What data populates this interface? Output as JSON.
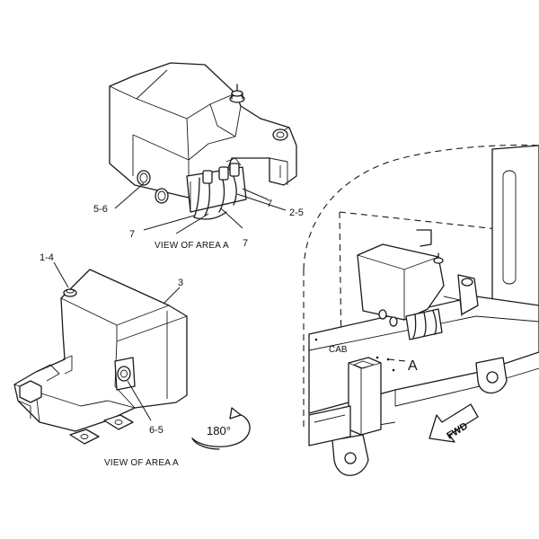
{
  "callouts_top": {
    "c56": "5-6",
    "c7a": "7",
    "c7b": "7",
    "c7c": "7",
    "c25": "2-5"
  },
  "callouts_left": {
    "c14": "1-4",
    "c3": "3",
    "c65": "6-5"
  },
  "captions": {
    "top": "VIEW OF AREA A",
    "bottom": "VIEW OF AREA A"
  },
  "rotation": {
    "label": "180°"
  },
  "machine": {
    "cab": "CAB",
    "area": "A",
    "fwd": "FWD"
  }
}
